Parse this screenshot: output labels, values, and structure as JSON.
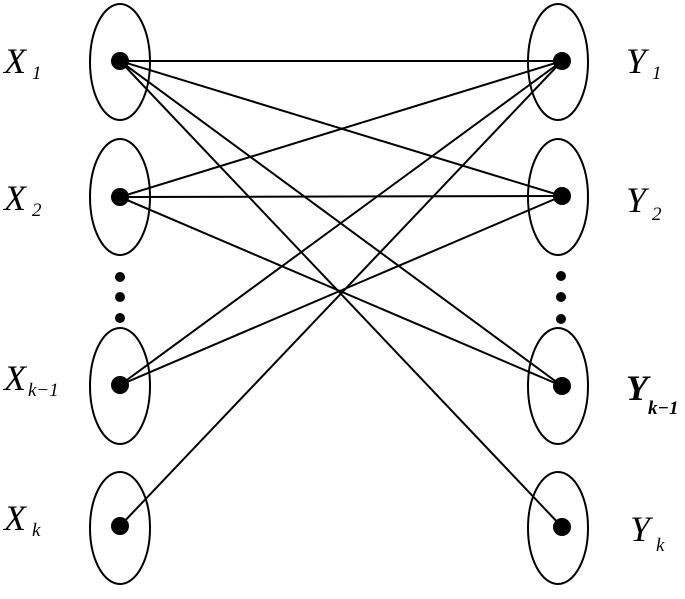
{
  "diagram": {
    "left_nodes": [
      {
        "id": "x1",
        "name": "X",
        "sub": "1"
      },
      {
        "id": "x2",
        "name": "X",
        "sub": "2"
      },
      {
        "id": "xk1",
        "name": "X",
        "sub": "k−1"
      },
      {
        "id": "xk",
        "name": "X",
        "sub": "k"
      }
    ],
    "right_nodes": [
      {
        "id": "y1",
        "name": "Y",
        "sub": "1"
      },
      {
        "id": "y2",
        "name": "Y",
        "sub": "2"
      },
      {
        "id": "yk1",
        "name": "Y",
        "sub": "k−1"
      },
      {
        "id": "yk",
        "name": "Y",
        "sub": "k"
      }
    ],
    "edges": [
      [
        "x1",
        "y1"
      ],
      [
        "x1",
        "y2"
      ],
      [
        "x1",
        "yk1"
      ],
      [
        "x1",
        "yk"
      ],
      [
        "x2",
        "y1"
      ],
      [
        "x2",
        "y2"
      ],
      [
        "x2",
        "yk1"
      ],
      [
        "xk1",
        "y1"
      ],
      [
        "xk1",
        "y2"
      ],
      [
        "xk",
        "y1"
      ]
    ],
    "colors": {
      "stroke": "#000000",
      "background": "#ffffff"
    }
  }
}
